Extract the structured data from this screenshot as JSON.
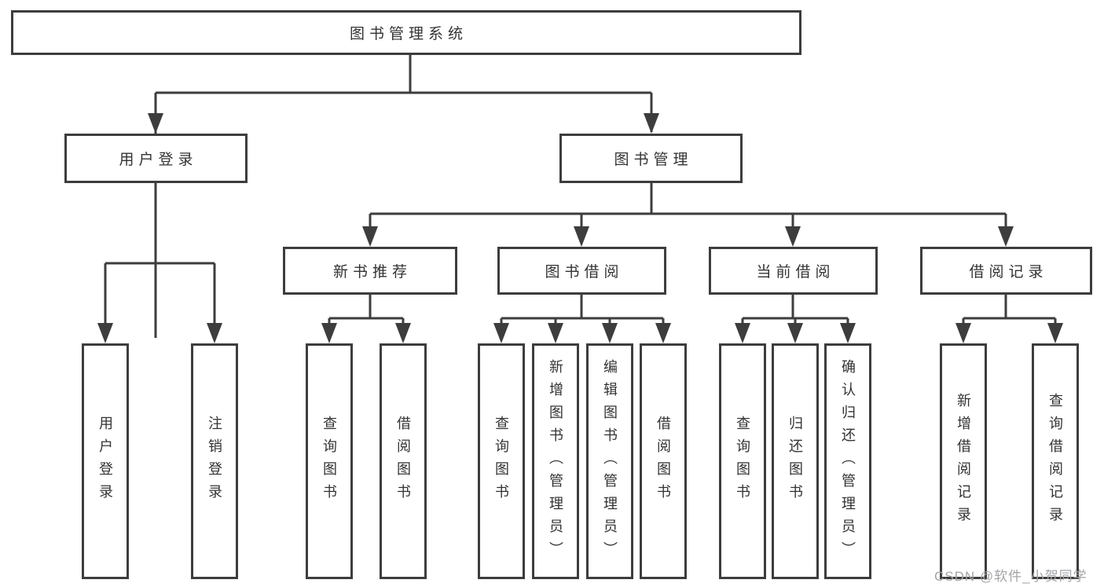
{
  "tree": {
    "root": "图书管理系统",
    "children": [
      {
        "label": "用户登录",
        "children": [
          "用户登录",
          "注销登录"
        ]
      },
      {
        "label": "图书管理",
        "children": [
          {
            "label": "新书推荐",
            "children": [
              "查询图书",
              "借阅图书"
            ]
          },
          {
            "label": "图书借阅",
            "children": [
              "查询图书",
              "新增图书（管理员）",
              "编辑图书（管理员）",
              "借阅图书"
            ]
          },
          {
            "label": "当前借阅",
            "children": [
              "查询图书",
              "归还图书",
              "确认归还（管理员）"
            ]
          },
          {
            "label": "借阅记录",
            "children": [
              "新增借阅记录",
              "查询借阅记录"
            ]
          }
        ]
      }
    ]
  },
  "watermark": {
    "text": "CSDN @软件_小贺同学",
    "color": "#a2a4a7"
  },
  "colors": {
    "line": "#3d3d3d",
    "box_border": "#3d3d3d",
    "text": "#333333",
    "background": "#ffffff"
  }
}
